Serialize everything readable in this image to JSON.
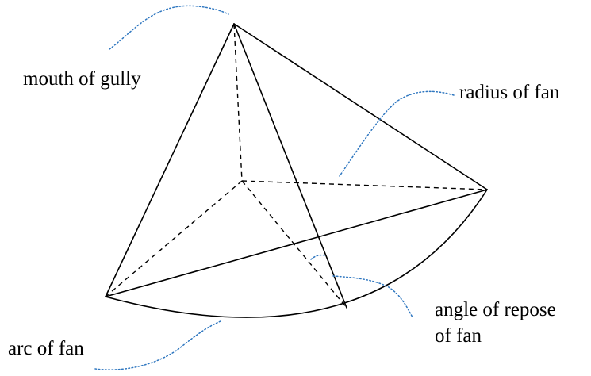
{
  "labels": {
    "mouth_of_gully": "mouth of gully",
    "radius_of_fan": "radius of fan",
    "angle_of_repose_line1": "angle of repose",
    "angle_of_repose_line2": "of fan",
    "arc_of_fan": "arc of fan"
  },
  "colors": {
    "lines": "#000000",
    "leaders": "#2f77c0",
    "background": "#ffffff"
  }
}
